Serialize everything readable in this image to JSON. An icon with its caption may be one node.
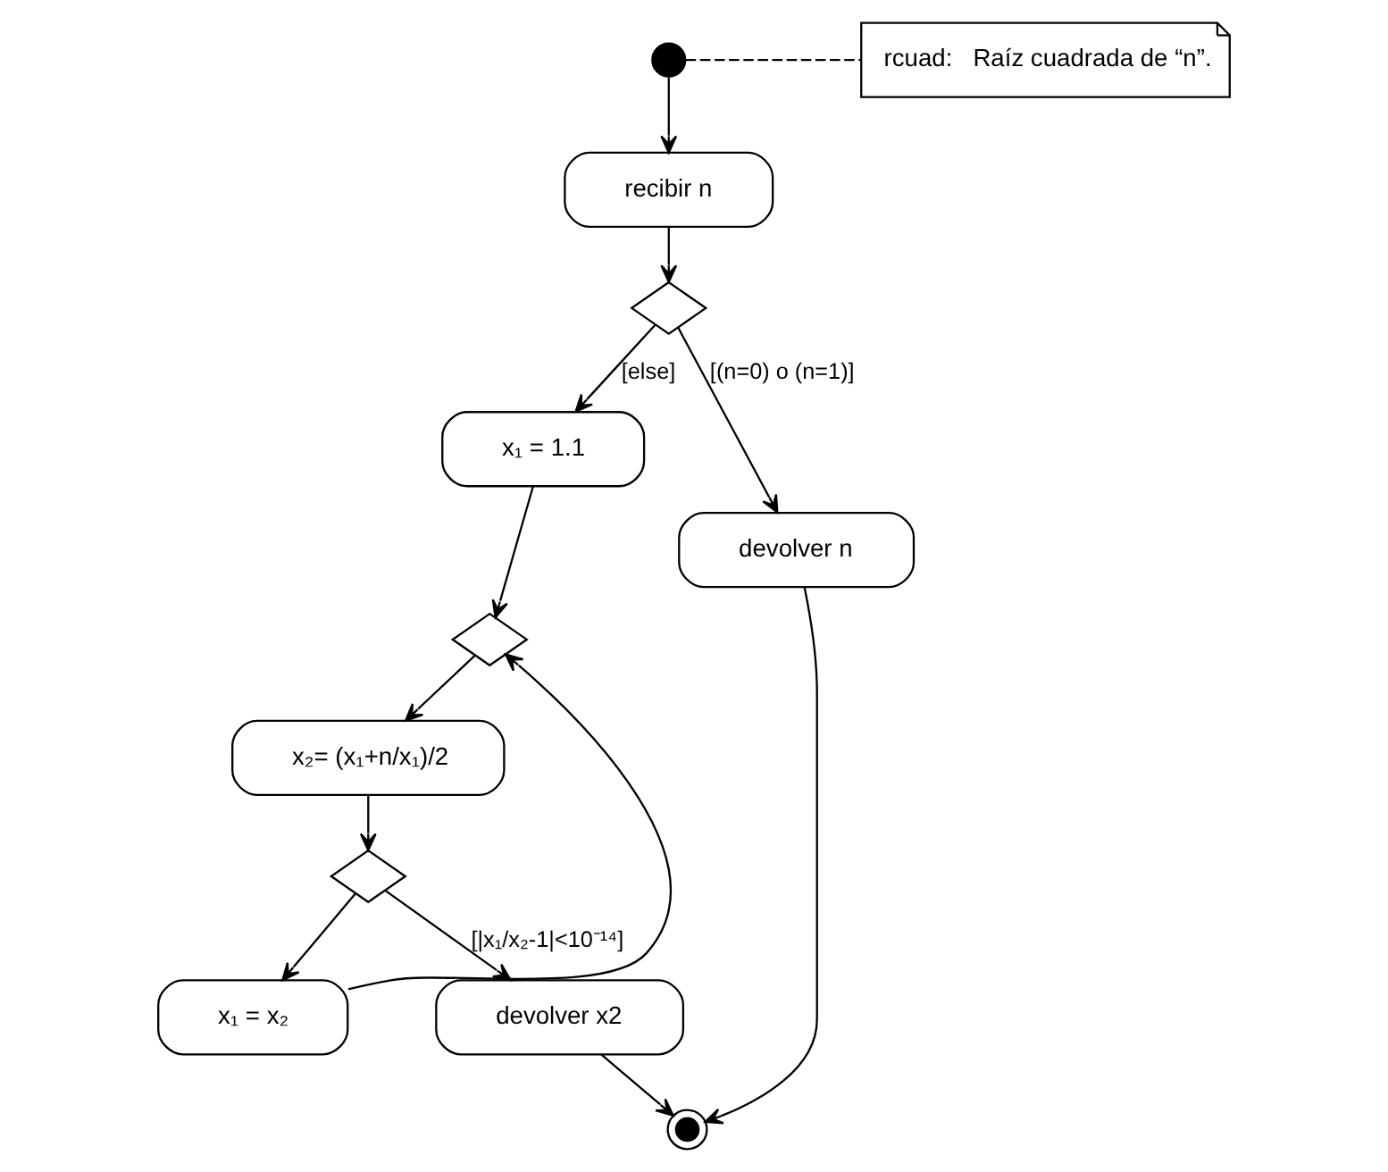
{
  "diagram": {
    "nodes": [
      {
        "text": [],
        "shape": "circle"
      },
      {
        "text": [
          "rcuad:   Raíz cuadrada de “n”."
        ]
      },
      {
        "text": [
          "recibir n"
        ]
      },
      {
        "text": [],
        "shape": "diamond"
      },
      {
        "text": [
          "x₁ = 1.1"
        ]
      },
      {
        "text": [],
        "shape": "diamond"
      },
      {
        "text": [
          "x₂= (x₁+n/x₁)/2"
        ]
      },
      {
        "text": [],
        "shape": "diamond"
      },
      {
        "text": [
          "x₁ = x₂"
        ]
      },
      {
        "text": [
          "devolver x2"
        ]
      },
      {
        "text": [
          "devolver n"
        ]
      },
      {
        "text": [],
        "shape": "circle"
      }
    ],
    "edges": [
      {
        "from": 0,
        "to": 1,
        "arrow": "none",
        "style": "dashed"
      },
      {
        "from": 0,
        "to": 2,
        "arrow": "to"
      },
      {
        "from": 2,
        "to": 3,
        "arrow": "to"
      },
      {
        "from": 3,
        "to": 4,
        "arrow": "to",
        "label": "[else]"
      },
      {
        "from": 3,
        "to": 10,
        "arrow": "to",
        "label": "[(n=0) o (n=1)]"
      },
      {
        "from": 4,
        "to": 5,
        "arrow": "to"
      },
      {
        "from": 5,
        "to": 6,
        "arrow": "to"
      },
      {
        "from": 6,
        "to": 7,
        "arrow": "to"
      },
      {
        "from": 7,
        "to": 8,
        "arrow": "to"
      },
      {
        "from": 8,
        "to": 5,
        "arrow": "to"
      },
      {
        "from": 7,
        "to": 9,
        "arrow": "to",
        "label": "[|x₁/x₂-1|<10⁻¹⁴]"
      },
      {
        "from": 9,
        "to": 11,
        "arrow": "to"
      },
      {
        "from": 10,
        "to": 11,
        "arrow": "to"
      }
    ]
  }
}
